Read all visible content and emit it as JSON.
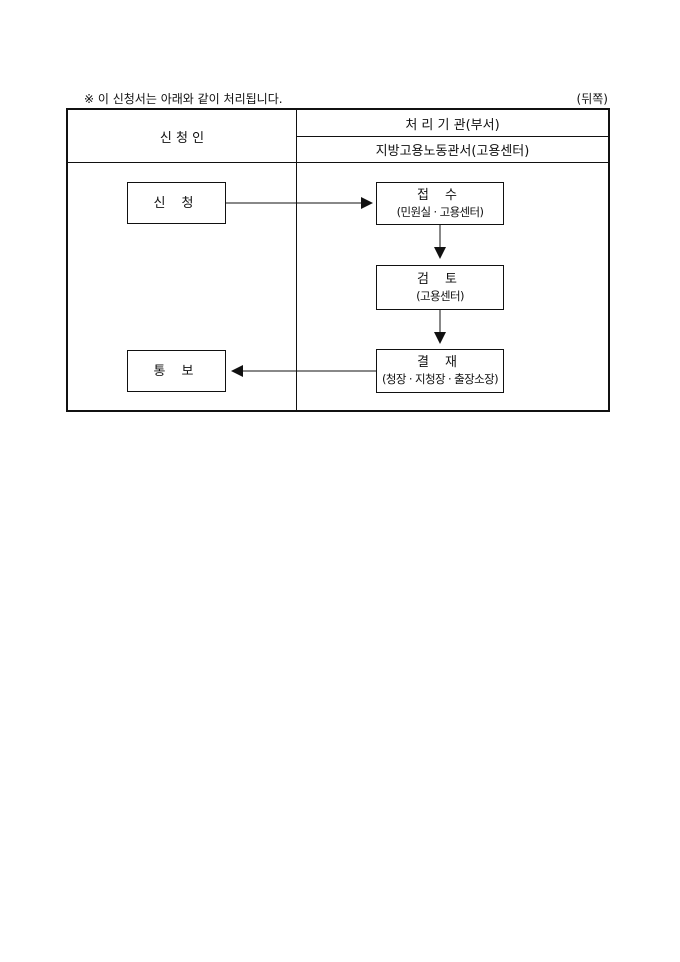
{
  "header": {
    "note": "※ 이 신청서는 아래와 같이 처리됩니다.",
    "side": "(뒤쪽)"
  },
  "table": {
    "col_applicant": "신 청 인",
    "col_agency": "처 리 기 관(부서)",
    "col_agency_sub": "지방고용노동관서(고용센터)"
  },
  "flow": {
    "apply": "신 청",
    "receive": {
      "title": "접 수",
      "sub": "(민원실 · 고용센터)"
    },
    "review": {
      "title": "검 토",
      "sub": "(고용센터)"
    },
    "approve": {
      "title": "결 재",
      "sub": "(청장 · 지청장 · 출장소장)"
    },
    "notify": "통 보"
  }
}
